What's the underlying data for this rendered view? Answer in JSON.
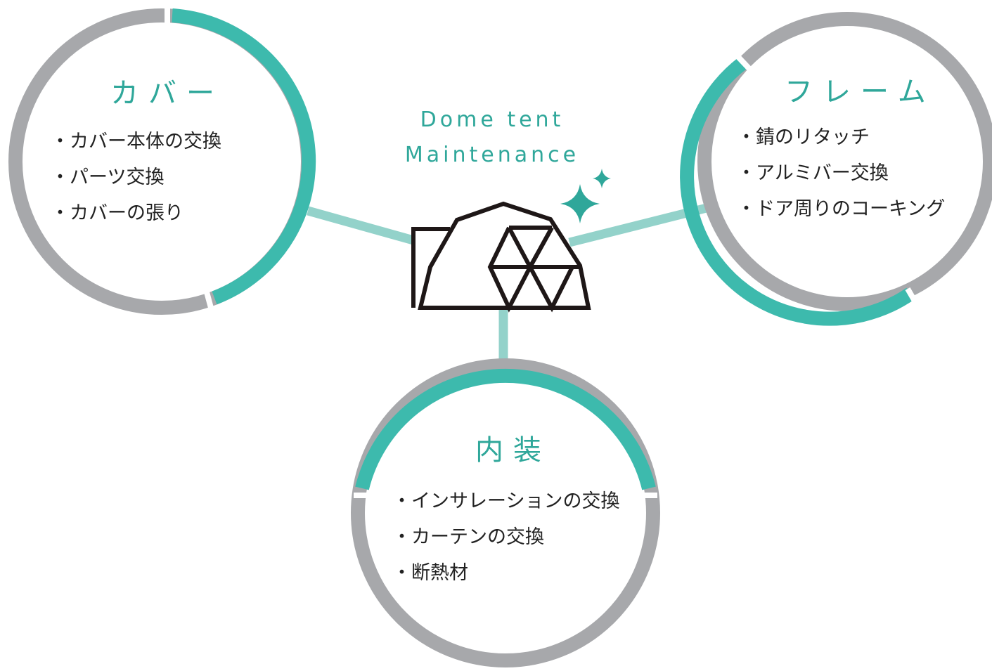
{
  "title": {
    "line1": "Dome tent",
    "line2": "Maintenance"
  },
  "colors": {
    "accent": "#3dbaad",
    "ring_gray": "#a7a8ab",
    "connector": "#93d2ca",
    "ink": "#1e1717",
    "text": "#222222"
  },
  "icons": [
    "dome-tent-icon",
    "sparkle-icon"
  ],
  "nodes": {
    "cover": {
      "heading": "カバー",
      "items": [
        "カバー本体の交換",
        "パーツ交換",
        "カバーの張り"
      ]
    },
    "frame": {
      "heading": "フレーム",
      "items": [
        "錆のリタッチ",
        "アルミバー交換",
        "ドア周りのコーキング"
      ]
    },
    "interior": {
      "heading": "内装",
      "items": [
        "インサレーションの交換",
        "カーテンの交換",
        "断熱材"
      ]
    }
  }
}
